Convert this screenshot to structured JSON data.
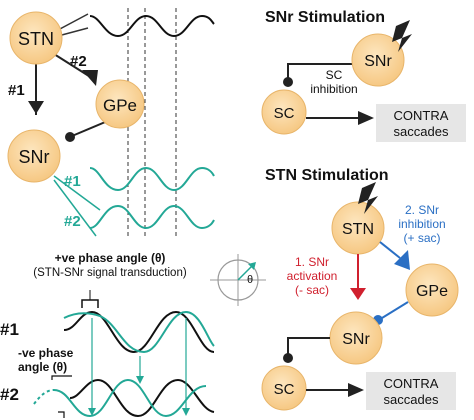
{
  "left": {
    "nodes": {
      "stn": "STN",
      "gpe": "GPe",
      "snr": "SNr"
    },
    "pathway_labels": {
      "p1": "#1",
      "p2": "#2"
    },
    "wave_labels": {
      "w1": "#1",
      "w2": "#2"
    }
  },
  "phase": {
    "pos_title": "+ve phase angle (θ)",
    "pos_sub": "(STN-SNr signal transduction)",
    "neg_line1": "-ve phase",
    "neg_line2": "angle (θ)",
    "theta": "θ",
    "row1": "#1",
    "row2": "#2"
  },
  "snr_stim": {
    "title": "SNr Stimulation",
    "snr": "SNr",
    "sc": "SC",
    "inhibition_line1": "SC",
    "inhibition_line2": "inhibition",
    "contra_line1": "CONTRA",
    "contra_line2": "saccades"
  },
  "stn_stim": {
    "title": "STN Stimulation",
    "stn": "STN",
    "gpe": "GPe",
    "snr": "SNr",
    "sc": "SC",
    "path1_line1": "1. SNr",
    "path1_line2": "activation",
    "path1_line3": "(- sac)",
    "path2_line1": "2. SNr",
    "path2_line2": "inhibition",
    "path2_line3": "(+ sac)",
    "contra_line1": "CONTRA",
    "contra_line2": "saccades"
  },
  "colors": {
    "node_fill": "#f9d39a",
    "node_stroke": "#e8b56a",
    "teal": "#23a896",
    "red": "#d0202e",
    "blue": "#2a6fc4",
    "box_fill": "#e6e6e6"
  }
}
